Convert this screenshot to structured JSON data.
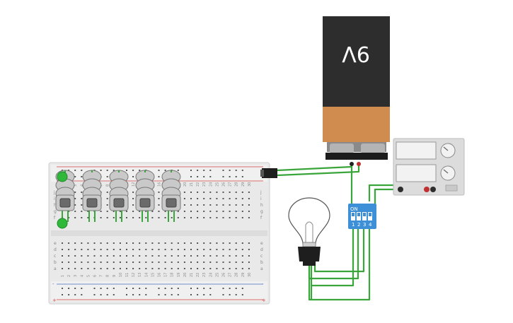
{
  "battery": {
    "label": "9V"
  },
  "dip_switch": {
    "on_label": "ON",
    "switch_numbers": [
      "1",
      "2",
      "3",
      "4"
    ]
  },
  "breadboard": {
    "column_numbers": [
      "1",
      "2",
      "3",
      "4",
      "5",
      "6",
      "7",
      "8",
      "9",
      "10",
      "11",
      "12",
      "13",
      "14",
      "15",
      "16",
      "17",
      "18",
      "19",
      "20",
      "21",
      "22",
      "23",
      "24",
      "25",
      "26",
      "27",
      "28",
      "29",
      "30"
    ],
    "row_letters_top": [
      "j",
      "i",
      "h",
      "g",
      "f"
    ],
    "row_letters_bottom": [
      "e",
      "d",
      "c",
      "b",
      "a"
    ],
    "rail_plus": "+",
    "rail_minus": "-"
  },
  "colors": {
    "wire": "#3aa53a",
    "battery_top": "#2b2b2b",
    "battery_bottom": "#cf8c4e",
    "dip_body": "#3d8fd8",
    "rail_red": "#d04040",
    "rail_blue": "#4070c0",
    "board": "#e8e8e8",
    "supply_body": "#dcdcdc"
  }
}
